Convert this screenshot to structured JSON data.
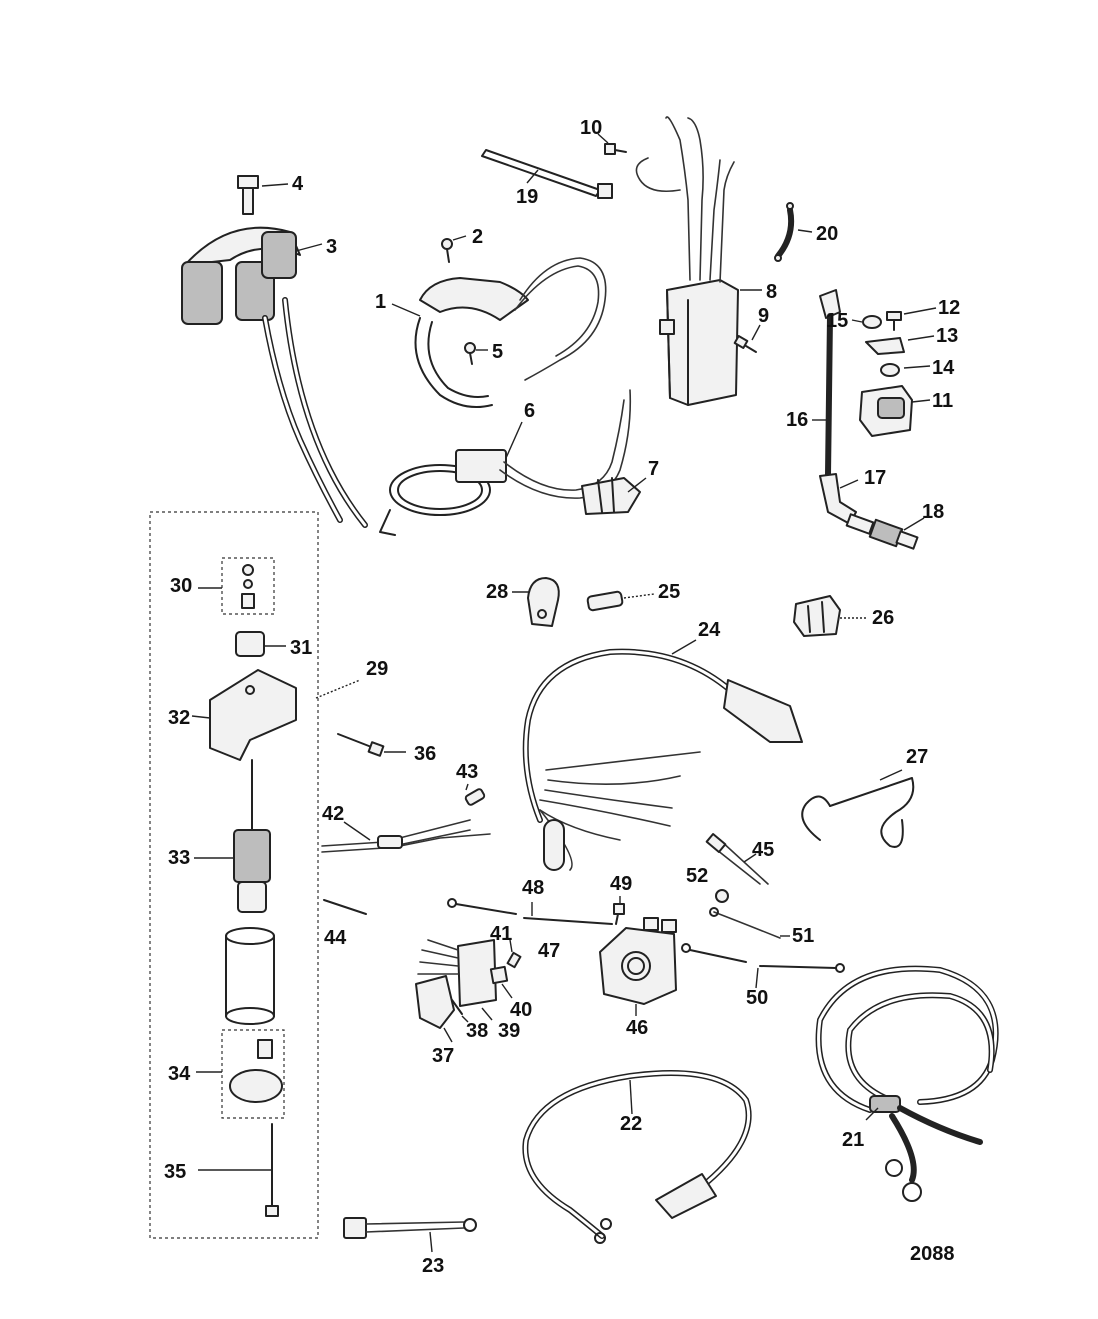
{
  "figure_number": "2088",
  "callouts": {
    "c1": "1",
    "c2": "2",
    "c3": "3",
    "c4": "4",
    "c5": "5",
    "c6": "6",
    "c7": "7",
    "c8": "8",
    "c9": "9",
    "c10": "10",
    "c11": "11",
    "c12": "12",
    "c13": "13",
    "c14": "14",
    "c15": "15",
    "c16": "16",
    "c17": "17",
    "c18": "18",
    "c19": "19",
    "c20": "20",
    "c21": "21",
    "c22": "22",
    "c23": "23",
    "c24": "24",
    "c25": "25",
    "c26": "26",
    "c27": "27",
    "c28": "28",
    "c29": "29",
    "c30": "30",
    "c31": "31",
    "c32": "32",
    "c33": "33",
    "c34": "34",
    "c35": "35",
    "c36": "36",
    "c37": "37",
    "c38": "38",
    "c39": "39",
    "c40": "40",
    "c41": "41",
    "c42": "42",
    "c43": "43",
    "c44": "44",
    "c45": "45",
    "c46": "46",
    "c47": "47",
    "c48": "48",
    "c49": "49",
    "c50": "50",
    "c51": "51",
    "c52": "52"
  },
  "colors": {
    "line": "#222222",
    "background": "#ffffff"
  }
}
